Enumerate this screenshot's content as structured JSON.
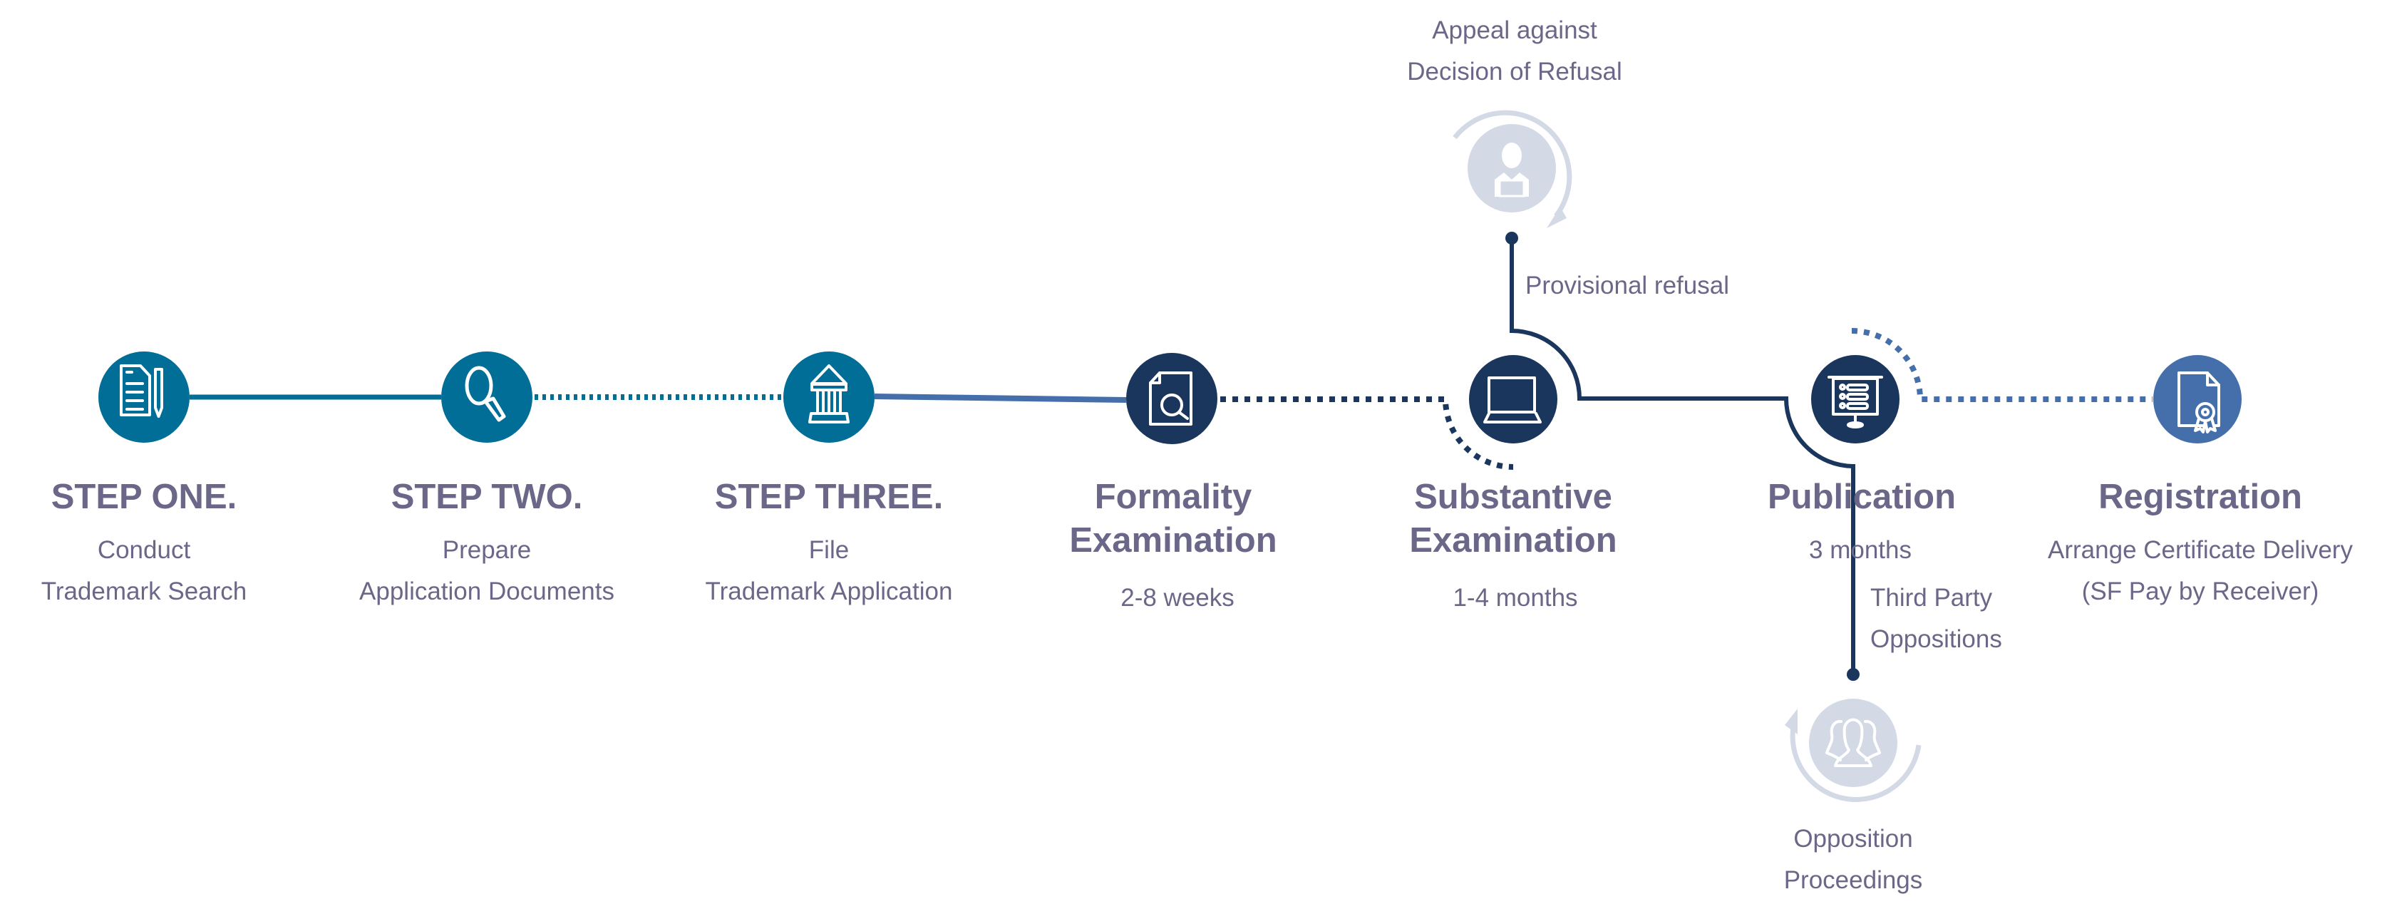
{
  "colors": {
    "teal": "#006e96",
    "navy": "#1b365d",
    "blue": "#456fab",
    "light": "#d3dae6",
    "text": "#6b6788"
  },
  "steps": [
    {
      "title": "STEP ONE.",
      "lines": [
        "Conduct",
        "Trademark Search"
      ],
      "icon": "document-pen-icon"
    },
    {
      "title": "STEP TWO.",
      "lines": [
        "Prepare",
        "Application Documents"
      ],
      "icon": "magnifier-icon"
    },
    {
      "title": "STEP THREE.",
      "lines": [
        "File",
        "Trademark Application"
      ],
      "icon": "government-building-icon"
    },
    {
      "title": [
        "Formality",
        "Examination"
      ],
      "lines": [
        "2-8 weeks"
      ],
      "icon": "document-search-icon"
    },
    {
      "title": [
        "Substantive",
        "Examination"
      ],
      "lines": [
        "1-4 months"
      ],
      "icon": "laptop-icon"
    },
    {
      "title": "Publication",
      "lines": [
        "3 months"
      ],
      "icon": "presentation-board-icon"
    },
    {
      "title": "Registration",
      "lines": [
        "Arrange Certificate Delivery",
        "(SF Pay by Receiver)"
      ],
      "icon": "certificate-icon"
    }
  ],
  "branches": {
    "appeal": {
      "lines": [
        "Appeal against",
        "Decision of Refusal"
      ],
      "trigger": "Provisional refusal",
      "icon": "person-icon"
    },
    "opposition": {
      "lines": [
        "Opposition",
        "Proceedings"
      ],
      "trigger": [
        "Third Party",
        "Oppositions"
      ],
      "icon": "group-icon"
    }
  }
}
